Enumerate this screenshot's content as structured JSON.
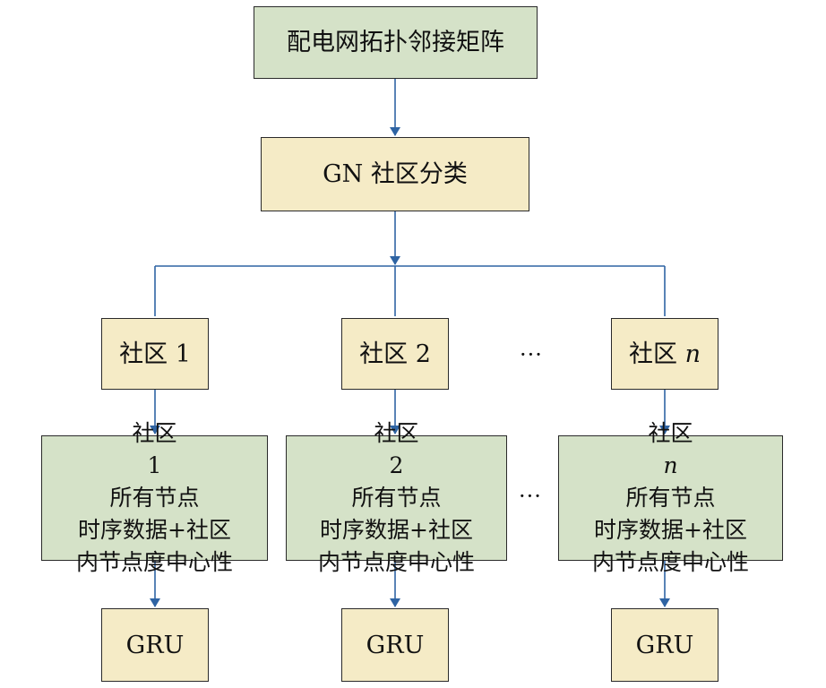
{
  "colors": {
    "green_fill": "#d5e2c8",
    "tan_fill": "#f5ebc6",
    "connector": "#2f64a3",
    "border": "#2a2a2a"
  },
  "top": {
    "matrix": "配电网拓扑邻接矩阵",
    "classify": "GN 社区分类"
  },
  "communities": [
    {
      "label_prefix": "社区 ",
      "label_index": "1",
      "detail_line1_prefix": "社区 ",
      "detail_line1_index": "1",
      "detail_line1_suffix": " 所有节点",
      "detail_line2": "时序数据+社区",
      "detail_line3": "内节点度中心性",
      "model": "GRU"
    },
    {
      "label_prefix": "社区 ",
      "label_index": "2",
      "detail_line1_prefix": "社区 ",
      "detail_line1_index": "2",
      "detail_line1_suffix": " 所有节点",
      "detail_line2": "时序数据+社区",
      "detail_line3": "内节点度中心性",
      "model": "GRU"
    },
    {
      "label_prefix": "社区 ",
      "label_index": "n",
      "detail_line1_prefix": "社区 ",
      "detail_line1_index": "n",
      "detail_line1_suffix": " 所有节点",
      "detail_line2": "时序数据+社区",
      "detail_line3": "内节点度中心性",
      "model": "GRU"
    }
  ],
  "ellipsis": "···"
}
